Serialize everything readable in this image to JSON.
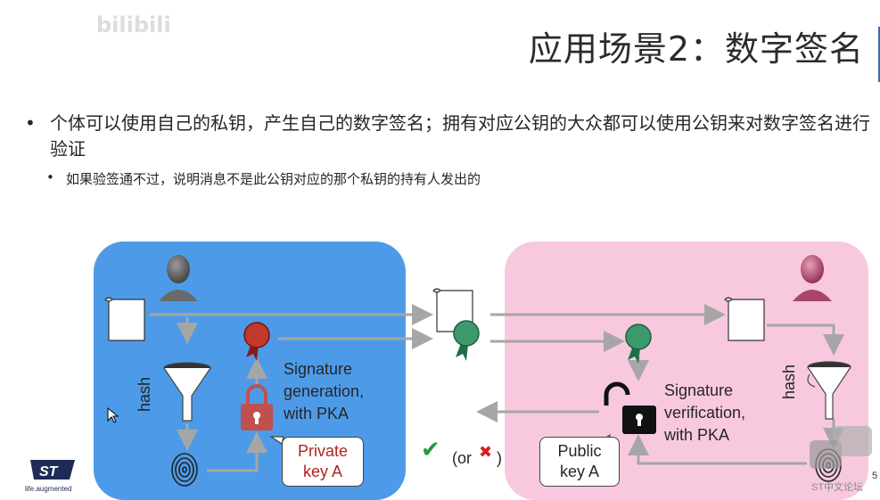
{
  "slide": {
    "title": "应用场景2：数字签名",
    "watermark": "bilibili",
    "bullet1": "个体可以使用自己的私钥，产生自己的数字签名；拥有对应公钥的大众都可以使用公钥来对数字签名进行验证",
    "bullet2": "如果验签通不过，说明消息不是此公钥对应的那个私钥的持有人发出的",
    "bullet_char": "•",
    "page_number": "5",
    "forum_text": "ST中文论坛",
    "logo_tagline": "life.augmented"
  },
  "diagram": {
    "hash_left": "hash",
    "hash_right": "hash",
    "sig_gen": [
      "Signature",
      "generation,",
      "with PKA"
    ],
    "sig_ver": [
      "Signature",
      "verification,",
      "with PKA"
    ],
    "private_key": [
      "Private",
      "key A"
    ],
    "public_key": [
      "Public",
      "key A"
    ],
    "result_open": "(or",
    "result_close": ")",
    "check_mark": "✔",
    "cross_mark": "✖"
  },
  "colors": {
    "blue_panel": "#4d9be8",
    "pink_panel": "#f8c9de",
    "check": "#1f9a3c",
    "cross": "#d62020",
    "private_key_text": "#b22222",
    "lock_red": "#c0504d"
  }
}
